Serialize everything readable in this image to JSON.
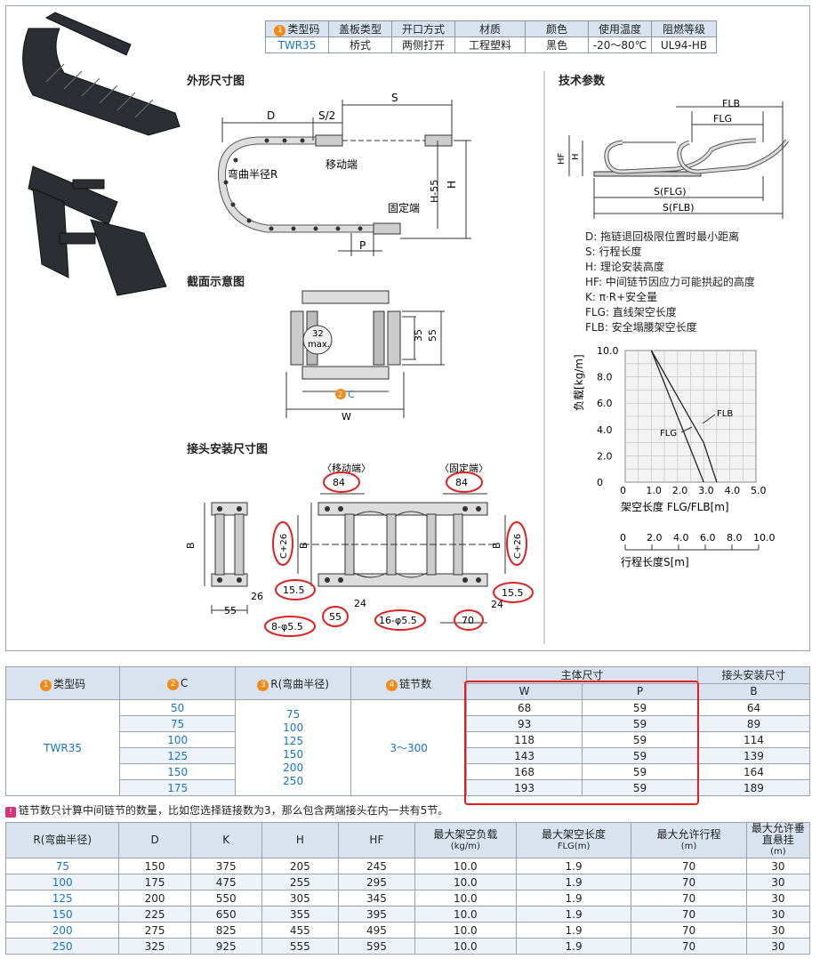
{
  "spec_table": {
    "headers": [
      "类型码",
      "盖板类型",
      "开口方式",
      "材质",
      "颜色",
      "使用温度",
      "阻燃等级"
    ],
    "header_marker": "1",
    "values": [
      "TWR35",
      "桥式",
      "两侧打开",
      "工程塑料",
      "黑色",
      "-20～80℃",
      "UL94-HB"
    ]
  },
  "sections": {
    "outline": "外形尺寸图",
    "tech": "技术参数",
    "cross": "截面示意图",
    "joint": "接头安装尺寸图"
  },
  "outline_labels": {
    "S": "S",
    "D": "D",
    "S2": "S/2",
    "bend": "弯曲半径R",
    "moving": "移动端",
    "fixed": "固定端",
    "P": "P",
    "H": "H",
    "H55": "H-55"
  },
  "tech_labels": {
    "FLB": "FLB",
    "FLG": "FLG",
    "HF": "HF",
    "H": "H",
    "SFLG": "S(FLG)",
    "SFLB": "S(FLB)"
  },
  "params": [
    "D: 拖链退回极限位置时最小距离",
    "S: 行程长度",
    "H: 理论安装高度",
    "HF: 中间链节因应力可能拱起的高度",
    "K: π·R+安全量",
    "FLG: 直线架空长度",
    "FLB: 安全塌腰架空长度"
  ],
  "cross_labels": {
    "max": "32",
    "max2": "max.",
    "d35": "35",
    "d55": "55",
    "C": "C",
    "C_marker": "2",
    "W": "W"
  },
  "joint_labels": {
    "moving": "〈移动端〉",
    "fixed": "〈固定端〉",
    "d84a": "84",
    "d84b": "84",
    "B": "B",
    "C26a": "C+26",
    "C26b": "C+26",
    "B2": "B",
    "B3": "B",
    "d155a": "15.5",
    "d155b": "15.5",
    "d26": "26",
    "d55": "55",
    "d55b": "55",
    "h1": "8-φ5.5",
    "h2": "16-φ5.5",
    "d24a": "24",
    "d24b": "24",
    "d70": "70"
  },
  "chart_data": [
    {
      "type": "line",
      "xlabel": "架空长度 FLG/FLB[m]",
      "ylabel": "负载[kg/m]",
      "xlim": [
        0,
        5.0
      ],
      "ylim": [
        0,
        10.0
      ],
      "xticks": [
        "0",
        "1.0",
        "2.0",
        "3.0",
        "4.0",
        "5.0"
      ],
      "yticks": [
        "0",
        "2.0",
        "4.0",
        "6.0",
        "8.0",
        "10.0"
      ],
      "grid": true,
      "series": [
        {
          "name": "FLG",
          "x": [
            1.0,
            3.0
          ],
          "y": [
            10.0,
            0
          ]
        },
        {
          "name": "FLB",
          "x": [
            1.0,
            3.0,
            3.5
          ],
          "y": [
            10.0,
            3.0,
            0
          ]
        }
      ],
      "secondary_axis": {
        "label": "行程长度S[m]",
        "ticks": [
          "0",
          "2.0",
          "4.0",
          "6.0",
          "8.0",
          "10.0"
        ]
      }
    }
  ],
  "table1": {
    "headers": {
      "type": "类型码",
      "C": "C",
      "R": "R(弯曲半径)",
      "links": "链节数",
      "main": "主体尺寸",
      "joint": "接头安装尺寸",
      "W": "W",
      "P": "P",
      "B": "B"
    },
    "markers": [
      "1",
      "2",
      "3",
      "4"
    ],
    "type_value": "TWR35",
    "C_values": [
      "50",
      "75",
      "100",
      "125",
      "150",
      "175"
    ],
    "R_values": [
      "75",
      "100",
      "125",
      "150",
      "200",
      "250"
    ],
    "links_value": "3～300",
    "rows": [
      {
        "W": "68",
        "P": "59",
        "B": "64"
      },
      {
        "W": "93",
        "P": "59",
        "B": "89"
      },
      {
        "W": "118",
        "P": "59",
        "B": "114"
      },
      {
        "W": "143",
        "P": "59",
        "B": "139"
      },
      {
        "W": "168",
        "P": "59",
        "B": "164"
      },
      {
        "W": "193",
        "P": "59",
        "B": "189"
      }
    ]
  },
  "note": {
    "icon": "!",
    "text": "链节数只计算中间链节的数量，比如您选择链接数为3，那么包含两端接头在内一共有5节。"
  },
  "table2": {
    "headers": [
      {
        "l1": "R(弯曲半径)",
        "l2": ""
      },
      {
        "l1": "D",
        "l2": ""
      },
      {
        "l1": "K",
        "l2": ""
      },
      {
        "l1": "H",
        "l2": ""
      },
      {
        "l1": "HF",
        "l2": ""
      },
      {
        "l1": "最大架空负载",
        "l2": "(kg/m)"
      },
      {
        "l1": "最大架空长度",
        "l2": "FLG(m)"
      },
      {
        "l1": "最大允许行程",
        "l2": "(m)"
      },
      {
        "l1": "最大允许垂直悬挂",
        "l2": "(m)"
      }
    ],
    "rows": [
      [
        "75",
        "150",
        "375",
        "205",
        "245",
        "10.0",
        "1.9",
        "70",
        "30"
      ],
      [
        "100",
        "175",
        "475",
        "255",
        "295",
        "10.0",
        "1.9",
        "70",
        "30"
      ],
      [
        "125",
        "200",
        "550",
        "305",
        "345",
        "10.0",
        "1.9",
        "70",
        "30"
      ],
      [
        "150",
        "225",
        "650",
        "355",
        "395",
        "10.0",
        "1.9",
        "70",
        "30"
      ],
      [
        "200",
        "275",
        "825",
        "455",
        "495",
        "10.0",
        "1.9",
        "70",
        "30"
      ],
      [
        "250",
        "325",
        "925",
        "555",
        "595",
        "10.0",
        "1.9",
        "70",
        "30"
      ]
    ]
  },
  "colors": {
    "accent": "#1673c8",
    "header_bg": "#d9e3ef",
    "highlight": "#e02020",
    "marker": "#f08a18"
  }
}
